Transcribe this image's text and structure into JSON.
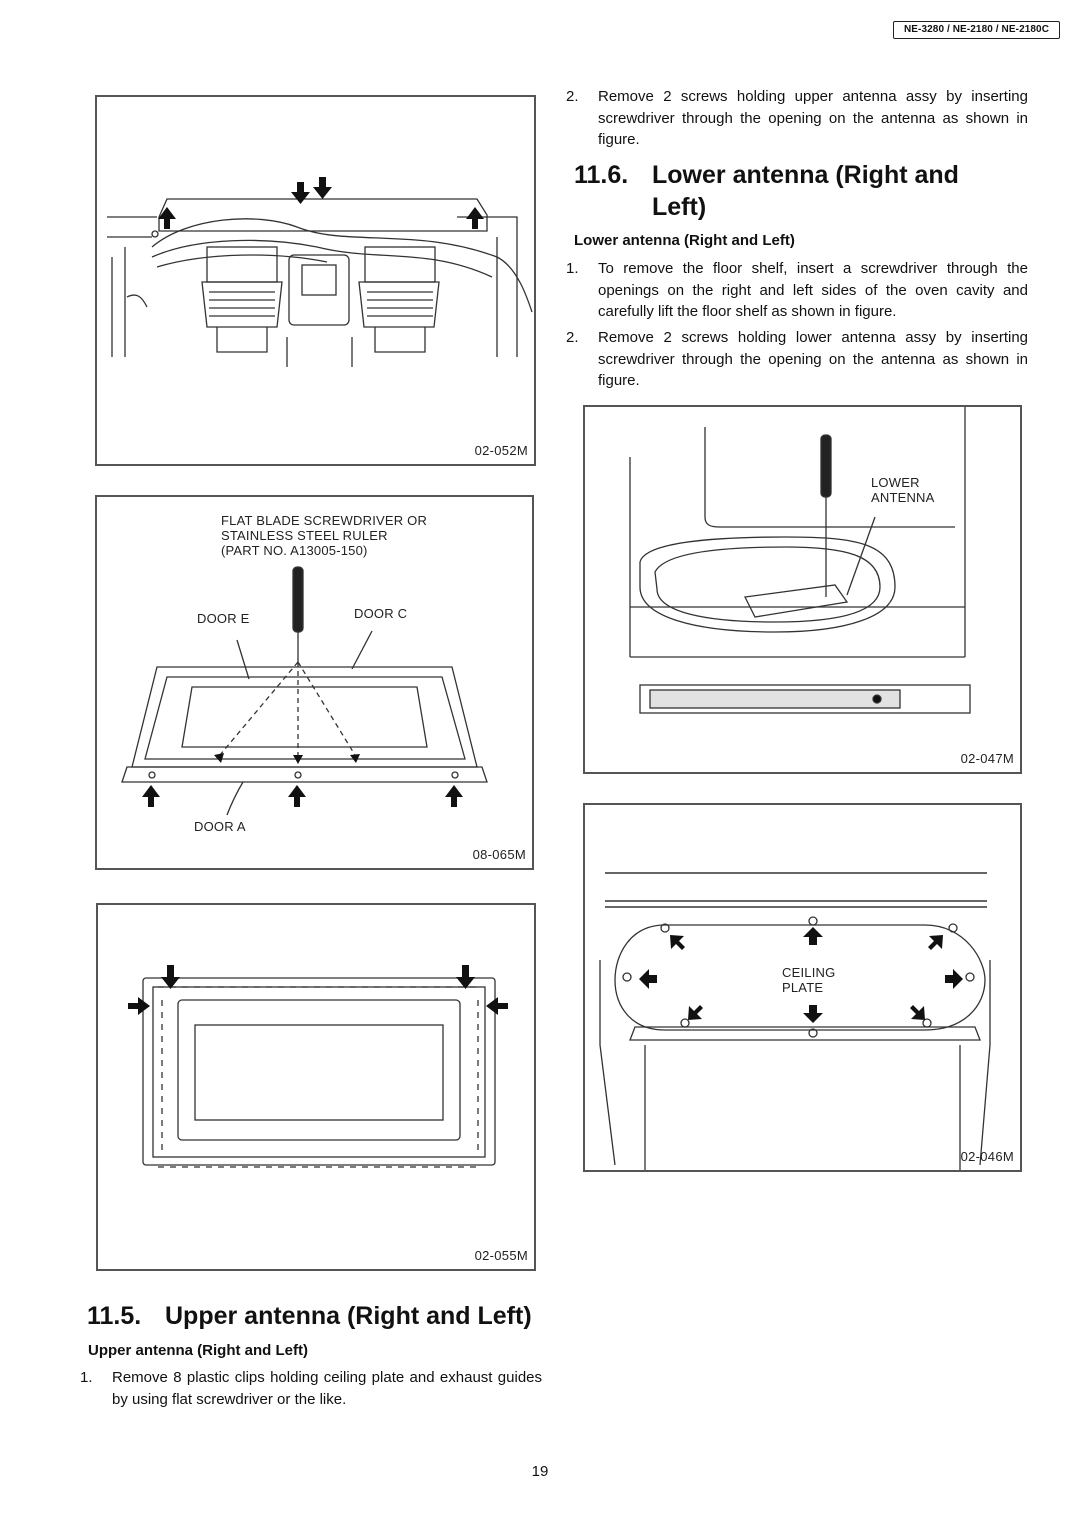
{
  "header": {
    "model_badge": "NE-3280 / NE-2180 / NE-2180C"
  },
  "figures": {
    "fig_02_052m": {
      "code": "02-052M"
    },
    "fig_08_065m": {
      "code": "08-065M",
      "label_tool": "FLAT BLADE SCREWDRIVER OR STAINLESS STEEL RULER (PART NO. A13005-150)",
      "label_tool_lines": [
        "FLAT BLADE SCREWDRIVER OR",
        "STAINLESS STEEL RULER",
        "(PART NO. A13005-150)"
      ],
      "label_door_e": "DOOR E",
      "label_door_c": "DOOR C",
      "label_door_a": "DOOR A"
    },
    "fig_02_055m": {
      "code": "02-055M"
    },
    "fig_02_047m": {
      "code": "02-047M",
      "label_lines": [
        "LOWER",
        "ANTENNA"
      ]
    },
    "fig_02_046m": {
      "code": "02-046M",
      "label_lines": [
        "CEILING",
        "PLATE"
      ]
    }
  },
  "section_11_5": {
    "number": "11.5.",
    "title": "Upper antenna (Right and Left)",
    "subtitle": "Upper antenna (Right and Left)",
    "steps": [
      {
        "num": "1.",
        "text": "Remove 8 plastic clips holding ceiling plate and exhaust guides by using flat screwdriver or the like."
      }
    ]
  },
  "section_11_5_continued": {
    "steps": [
      {
        "num": "2.",
        "text": "Remove 2 screws holding upper antenna assy by inserting screwdriver through the opening on the antenna as shown in figure."
      }
    ]
  },
  "section_11_6": {
    "number": "11.6.",
    "title_line1": "Lower antenna (Right and",
    "title_line2": "Left)",
    "subtitle": "Lower antenna (Right and Left)",
    "steps": [
      {
        "num": "1.",
        "text": "To remove the floor shelf, insert a screwdriver through the openings on the right and left sides of the oven cavity and carefully lift the floor shelf as shown in figure."
      },
      {
        "num": "2.",
        "text": "Remove 2 screws holding lower antenna assy by inserting screwdriver through the opening on the antenna as shown in figure."
      }
    ]
  },
  "footer": {
    "page_number": "19"
  }
}
